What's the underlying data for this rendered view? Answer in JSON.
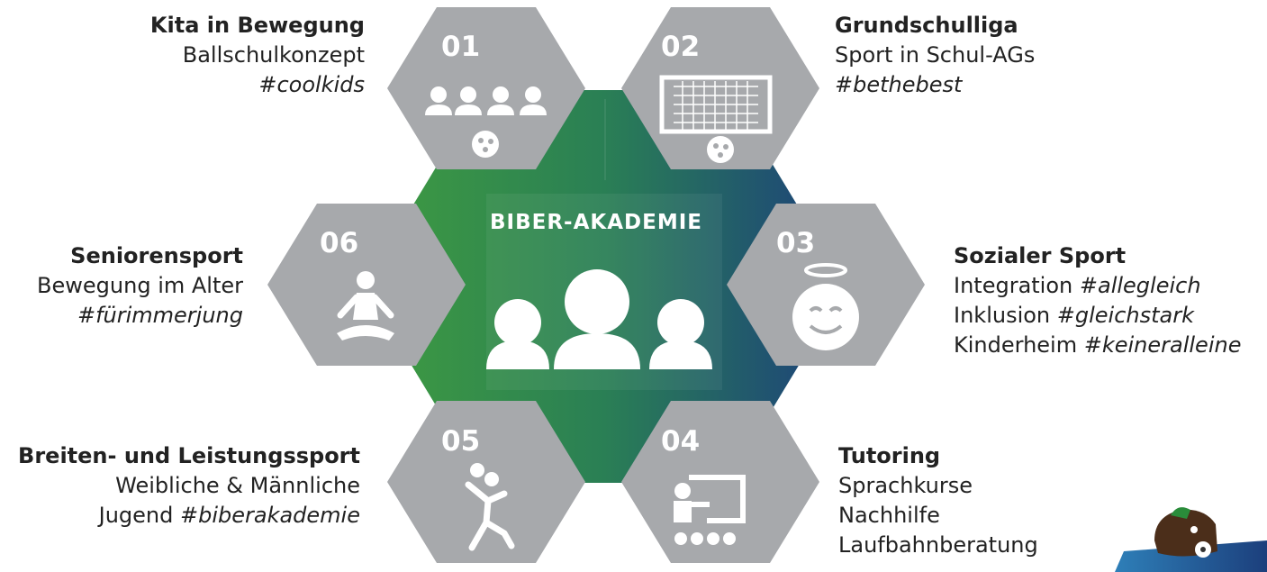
{
  "center": {
    "title": "BIBER-AKADEMIE"
  },
  "colors": {
    "hex_gray": "#a7a9ac",
    "green": "#3f9c40",
    "blue": "#1c3f7c",
    "text": "#222222"
  },
  "hexagons": [
    {
      "number": "01",
      "icon": "group-of-people-with-ball-icon"
    },
    {
      "number": "02",
      "icon": "soccer-goal-with-ball-icon"
    },
    {
      "number": "03",
      "icon": "smiling-angel-face-icon"
    },
    {
      "number": "04",
      "icon": "teacher-at-board-icon"
    },
    {
      "number": "05",
      "icon": "handball-player-icon"
    },
    {
      "number": "06",
      "icon": "meditating-person-icon"
    }
  ],
  "programs": {
    "p1": {
      "title": "Kita in Bewegung",
      "line1": "Ballschulkonzept",
      "tag": "#coolkids"
    },
    "p2": {
      "title": "Grundschulliga",
      "line1": "Sport in Schul-AGs",
      "tag": "#bethebest"
    },
    "p3": {
      "title": "Sozialer Sport",
      "l1": "Integration ",
      "t1": "#allegleich",
      "l2": "Inklusion ",
      "t2": "#gleichstark",
      "l3": "Kinderheim ",
      "t3": "#keineralleine"
    },
    "p4": {
      "title": "Tutoring",
      "line1": "Sprachkurse",
      "line2": "Nachhilfe",
      "line3": "Laufbahnberatung"
    },
    "p5": {
      "title": "Breiten- und Leistungssport",
      "line1": "Weibliche & Männliche",
      "line2": "Jugend ",
      "tag": "#biberakademie"
    },
    "p6": {
      "title": "Seniorensport",
      "line1": "Bewegung im Alter",
      "tag": "#fürimmerjung"
    }
  },
  "logo": {
    "icon": "beaver-mascot-logo-icon"
  }
}
